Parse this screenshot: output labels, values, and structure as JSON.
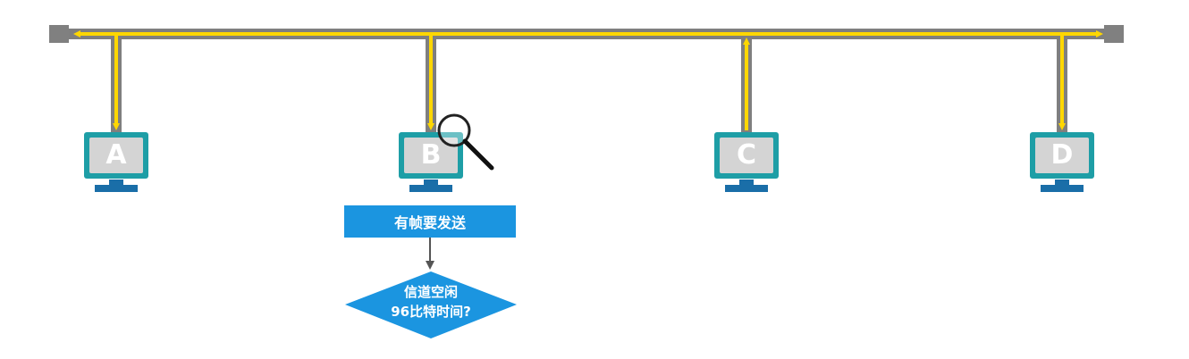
{
  "diagram": {
    "bus": {
      "colors": {
        "cable": "#7f7f7f",
        "terminator": "#808080",
        "signal": "#ffd700"
      }
    },
    "stations": [
      {
        "id": "A",
        "label": "A",
        "signal": "receive"
      },
      {
        "id": "B",
        "label": "B",
        "signal": "receive",
        "magnifier": true
      },
      {
        "id": "C",
        "label": "C",
        "signal": "transmit"
      },
      {
        "id": "D",
        "label": "D",
        "signal": "receive"
      }
    ],
    "flowchart": {
      "process_label": "有帧要发送",
      "decision_line1": "信道空闲",
      "decision_line2": "96比特时间?"
    },
    "colors": {
      "monitor": "#1e9ea6",
      "monitor_stand": "#1a6ea8",
      "screen": "#d4d4d4",
      "flow": "#1b95e0"
    }
  }
}
